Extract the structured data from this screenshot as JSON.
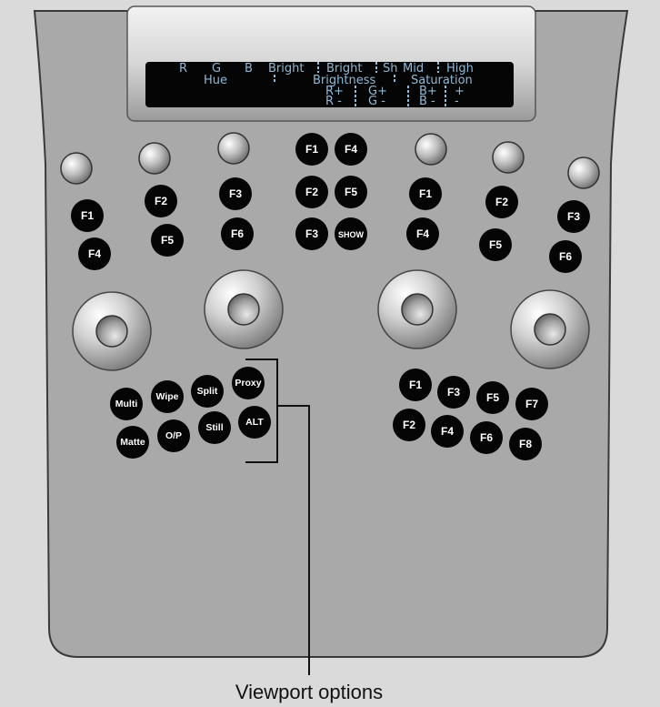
{
  "lcd": {
    "line1": [
      "R",
      "G",
      "B",
      "Bright",
      "Bright",
      "Sh",
      "Mid",
      "High"
    ],
    "line2": [
      "Hue",
      "Brightness",
      "Saturation"
    ],
    "line3": [
      "R+",
      "G+",
      "B+",
      "+"
    ],
    "line4": [
      "R -",
      "G -",
      "B -",
      "-"
    ]
  },
  "buttons": {
    "left_f1": "F1",
    "left_f4": "F4",
    "left_f2": "F2",
    "left_f5": "F5",
    "left_f3": "F3",
    "left_f6": "F6",
    "center_f1": "F1",
    "center_f4": "F4",
    "center_f2": "F2",
    "center_f5": "F5",
    "center_f3": "F3",
    "center_show": "SHOW",
    "right_f1": "F1",
    "right_f4": "F4",
    "right_f2": "F2",
    "right_f5": "F5",
    "right_f3": "F3",
    "right_f6": "F6",
    "multi": "Multi",
    "wipe": "Wipe",
    "split": "Split",
    "proxy": "Proxy",
    "matte": "Matte",
    "op": "O/P",
    "still": "Still",
    "alt": "ALT",
    "br_f1": "F1",
    "br_f3": "F3",
    "br_f5": "F5",
    "br_f7": "F7",
    "br_f2": "F2",
    "br_f4": "F4",
    "br_f6": "F6",
    "br_f8": "F8"
  },
  "caption": "Viewport options"
}
